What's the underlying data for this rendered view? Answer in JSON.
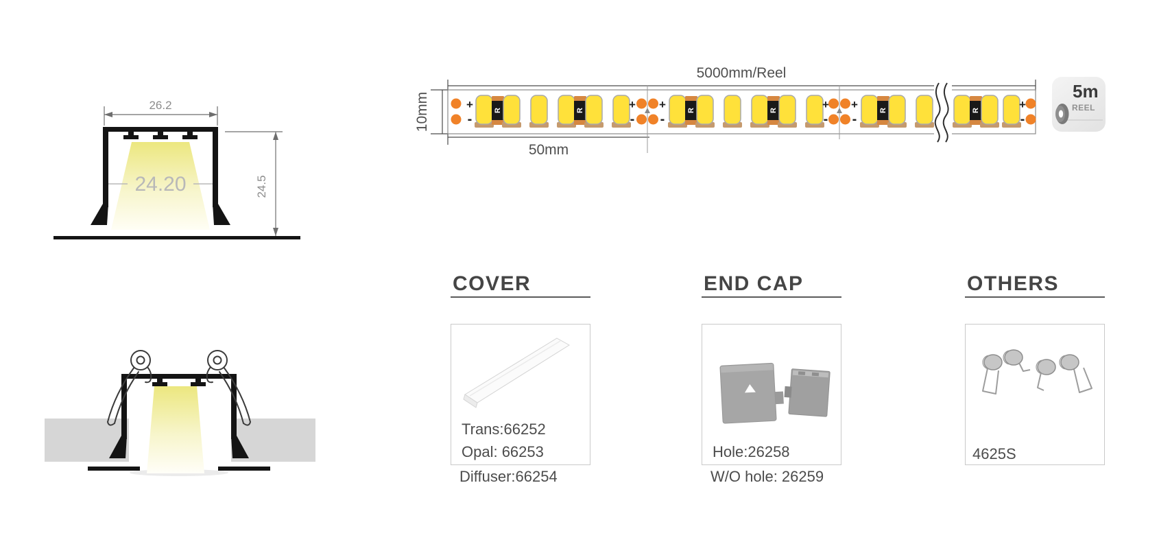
{
  "cross_section": {
    "width_label": "26.2",
    "inner_width_label": "24.20",
    "height_label": "24.5"
  },
  "strip": {
    "reel_length_label": "5000mm/Reel",
    "strip_width_label": "10mm",
    "segment_length_label": "50mm",
    "plus": "+",
    "minus": "-",
    "resistor_label": "R",
    "segments": 3,
    "leds_per_segment": 6,
    "resistors_per_segment": 2,
    "reel_icon": {
      "size": "5m",
      "caption": "REEL"
    }
  },
  "sections": [
    {
      "id": "cover",
      "title": "COVER",
      "box_lines": [
        "Trans:66252",
        "Opal: 66253"
      ],
      "below_lines": [
        "Diffuser:66254"
      ]
    },
    {
      "id": "endcap",
      "title": "END CAP",
      "box_lines": [
        "Hole:26258"
      ],
      "below_lines": [
        "W/O hole: 26259"
      ]
    },
    {
      "id": "others",
      "title": "OTHERS",
      "box_lines": [
        "4625S"
      ],
      "below_lines": []
    }
  ],
  "colors": {
    "led_yellow": "#ffe13a",
    "pad_tan": "#c59a6e",
    "cut_orange": "#f08228",
    "resistor_cap": "#d68740",
    "resistor_body": "#191919",
    "profile_black": "#141414",
    "beam_yellow": "#ece77f",
    "panel_gray": "#d6d6d6",
    "dim_text": "#8c8c8c",
    "label_text": "#4f4f4f"
  }
}
